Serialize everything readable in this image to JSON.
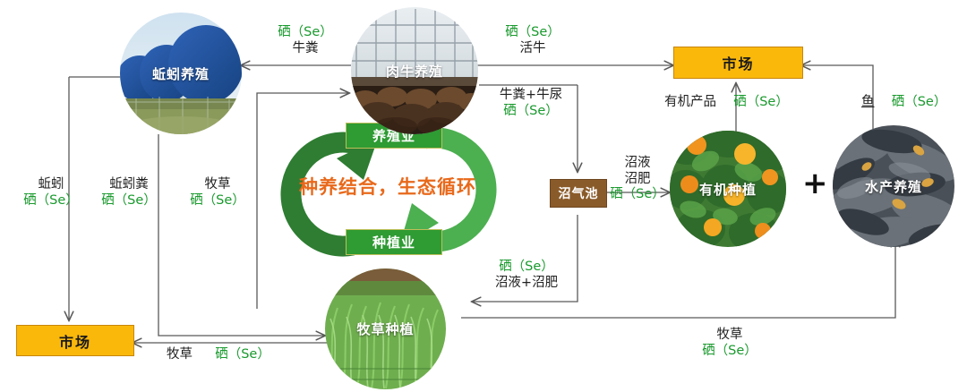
{
  "diagram": {
    "title_center": "种养结合，生态循环",
    "ring": {
      "top_label": "养殖业",
      "bottom_label": "种植业"
    },
    "nodes": {
      "earthworm_farm": "蚯蚓养殖",
      "beef_cattle": "肉牛养殖",
      "forage_planting": "牧草种植",
      "organic_planting": "有机种植",
      "aquaculture": "水产养殖",
      "biogas_pool": "沼气池",
      "market_left": "市场",
      "market_right": "市场",
      "plus_sign": "+"
    },
    "edges": {
      "cattle_to_earthworm": {
        "se": "硒（Se）",
        "item": "牛粪"
      },
      "cattle_to_market": {
        "se": "硒（Se）",
        "item": "活牛"
      },
      "cattle_to_biogas": {
        "item": "牛粪+牛尿",
        "se": "硒（Se）"
      },
      "biogas_to_organic": {
        "item1": "沼液",
        "item2": "沼肥",
        "se": "硒（Se）"
      },
      "biogas_to_forage": {
        "se": "硒（Se）",
        "item": "沼液+沼肥"
      },
      "organic_to_market": {
        "item": "有机产品",
        "se": "硒（Se）"
      },
      "fish_to_market": {
        "item": "鱼",
        "se": "硒（Se）"
      },
      "earthworm_to_market": {
        "item": "蚯蚓",
        "se": "硒（Se）"
      },
      "castings_to_forage": {
        "item": "蚯蚓粪",
        "se": "硒（Se）"
      },
      "forage_to_cattle": {
        "item": "牧草",
        "se": "硒（Se）"
      },
      "forage_to_market": {
        "item": "牧草",
        "se": "硒（Se）"
      },
      "forage_to_aquaculture": {
        "item": "牧草",
        "se": "硒（Se）"
      }
    },
    "colors": {
      "market_fill": "#FAB80B",
      "market_border": "#C8860A",
      "biogas_fill": "#8A5B2A",
      "ring_box_fill": "#2E9B33",
      "ring_arrow_dark": "#2E7D32",
      "ring_arrow_light": "#4CAF50",
      "selenium_green": "#1a9a2e",
      "center_orange": "#E8691B",
      "wire": "#595959"
    }
  }
}
